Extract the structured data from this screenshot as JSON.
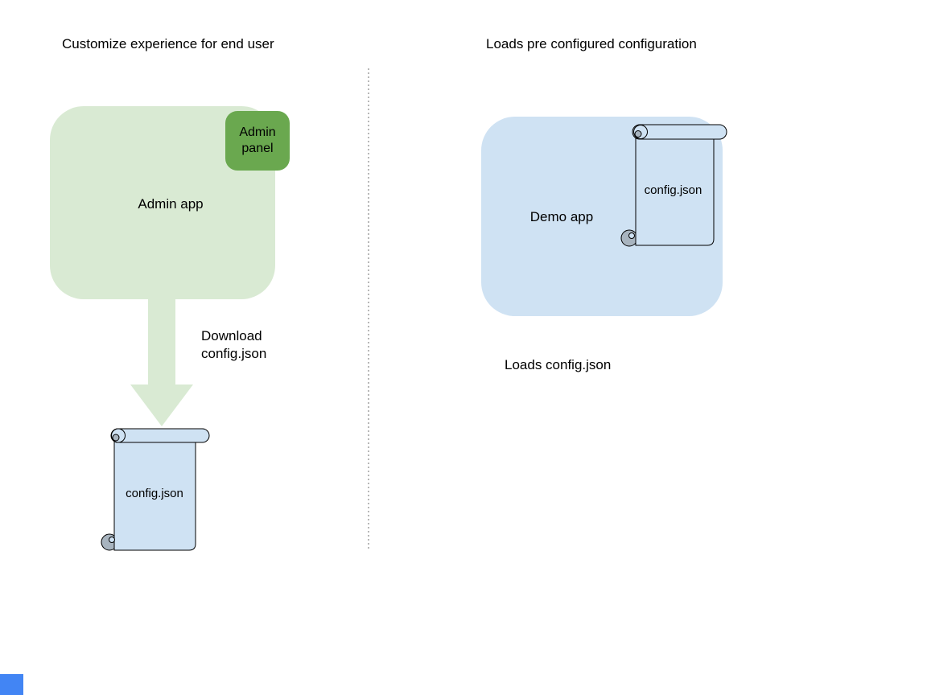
{
  "left": {
    "title": "Customize experience for end user",
    "admin_app_label": "Admin app",
    "admin_panel_label": "Admin\npanel",
    "arrow_label": "Download\nconfig.json",
    "config_file_label": "config.json"
  },
  "right": {
    "title": "Loads pre configured configuration",
    "demo_app_label": "Demo app",
    "config_file_label": "config.json",
    "caption": "Loads config.json"
  },
  "colors": {
    "admin_app_fill": "#d9ead3",
    "admin_panel_fill": "#6aa84f",
    "arrow_fill": "#d9ead3",
    "demo_app_fill": "#cfe2f3",
    "scroll_fill": "#cfe2f3",
    "scroll_roll_gray": "#a8b4bf",
    "divider_gray": "#b7b7b7",
    "corner_marker_blue": "#4285f4",
    "text": "#000000"
  }
}
